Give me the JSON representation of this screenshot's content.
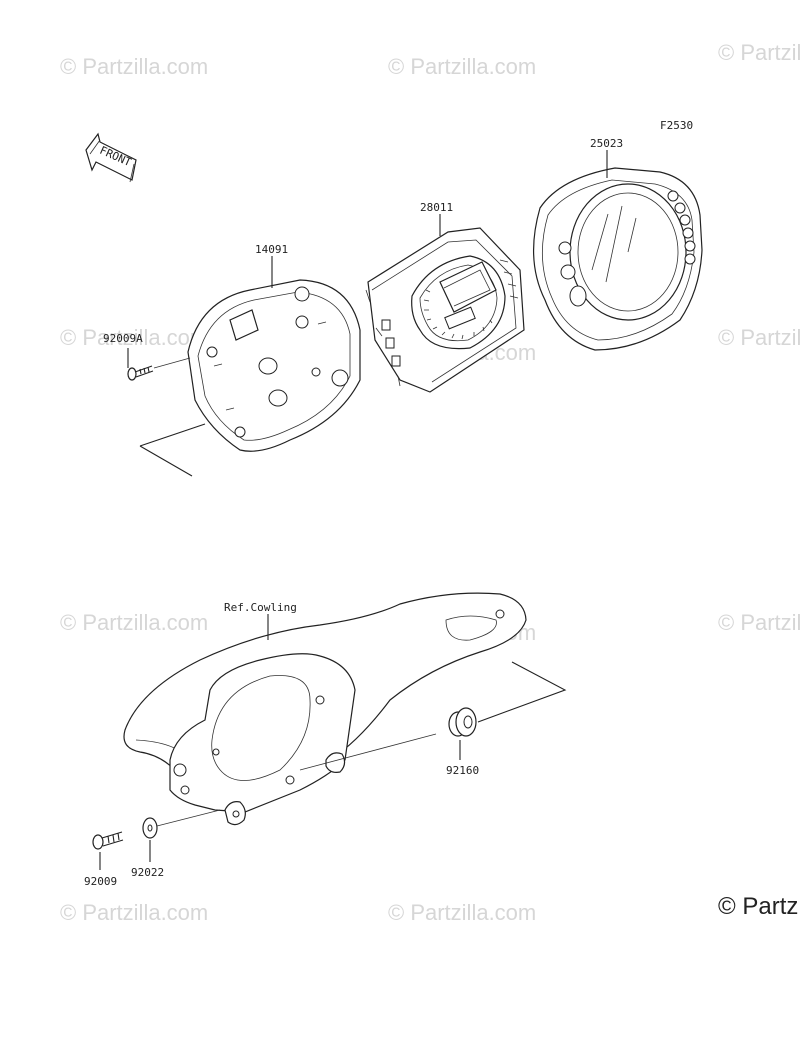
{
  "figure_code": "F2530",
  "front_arrow_label": "FRONT",
  "watermark_text": "© Partzilla.com",
  "watermark_corner_text": "© Partz",
  "callouts": {
    "p25023": "25023",
    "p28011": "28011",
    "p14091": "14091",
    "p92009A": "92009A",
    "ref_cowling": "Ref.Cowling",
    "p92160": "92160",
    "p92009": "92009",
    "p92022": "92022"
  }
}
